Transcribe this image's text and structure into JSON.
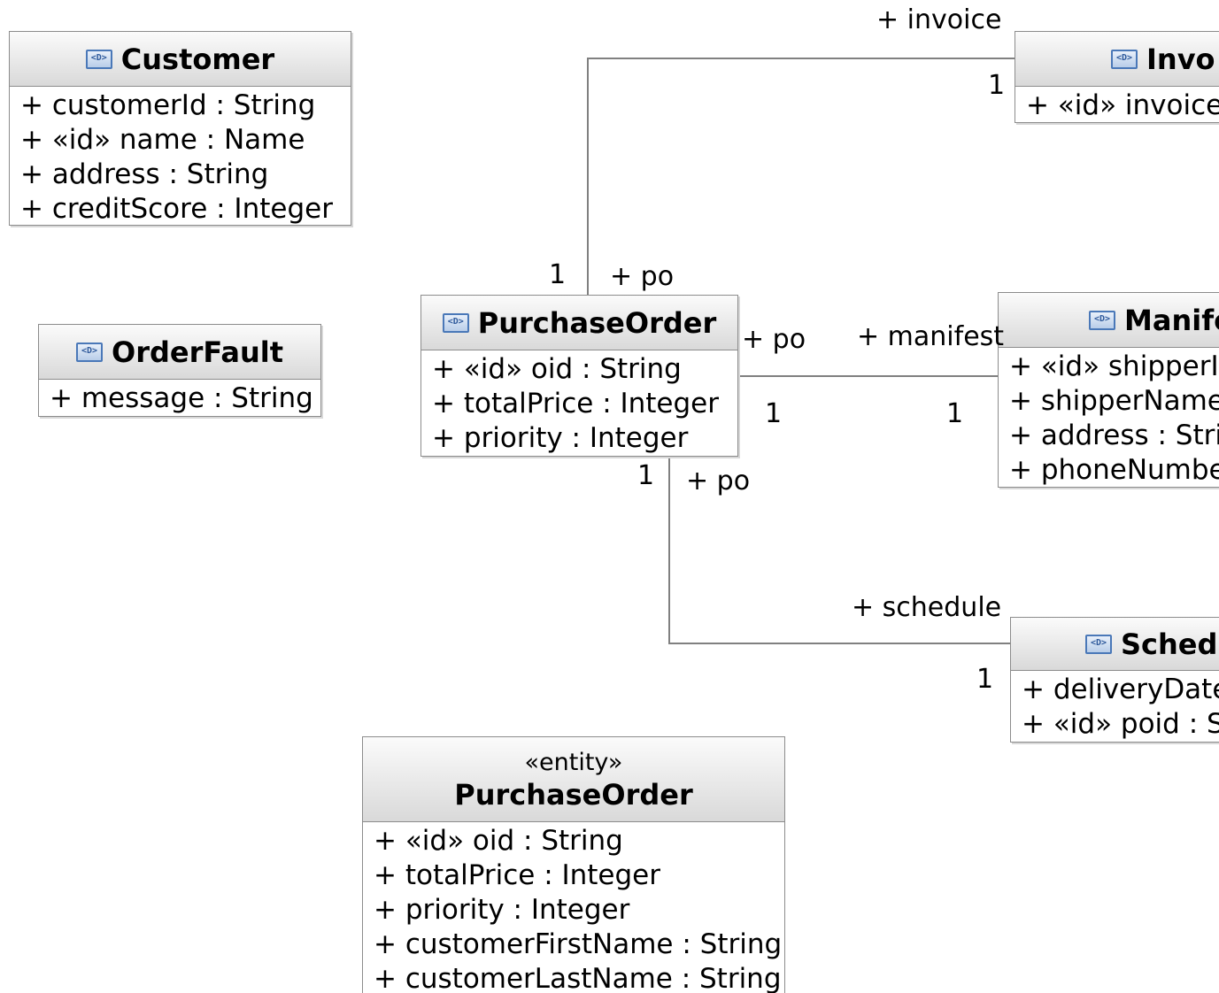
{
  "classes": {
    "customer": {
      "name": "Customer",
      "attributes": [
        "+ customerId : String",
        "+ «id» name : Name",
        "+ address : String",
        "+ creditScore : Integer"
      ]
    },
    "order_fault": {
      "name": "OrderFault",
      "attributes": [
        "+ message : String"
      ]
    },
    "purchase_order": {
      "name": "PurchaseOrder",
      "attributes": [
        "+ «id» oid : String",
        "+ totalPrice : Integer",
        "+ priority : Integer"
      ]
    },
    "invoice": {
      "name": "Invo",
      "attributes": [
        "+ «id» invoiceI"
      ]
    },
    "manifest": {
      "name": "Manife",
      "attributes": [
        "+ «id» shipperId",
        "+ shipperName",
        "+ address : Strin",
        "+ phoneNumbe"
      ]
    },
    "schedule": {
      "name": "Sched",
      "attributes": [
        "+ deliveryDate",
        "+ «id» poid : S"
      ]
    },
    "entity_purchase_order": {
      "stereotype": "«entity»",
      "name": "PurchaseOrder",
      "attributes": [
        "+ «id» oid : String",
        "+ totalPrice : Integer",
        "+ priority : Integer",
        "+ customerFirstName : String",
        "+ customerLastName : String"
      ]
    }
  },
  "associations": {
    "po_invoice": {
      "role_target": "+ invoice",
      "mult_target": "1",
      "role_source": "+ po",
      "mult_source": "1"
    },
    "po_manifest": {
      "role_source": "+ po",
      "mult_source": "1",
      "role_target": "+ manifest",
      "mult_target": "1"
    },
    "po_schedule": {
      "role_source": "+ po",
      "mult_source": "1",
      "role_target": "+ schedule",
      "mult_target": "1"
    }
  },
  "icons": {
    "datatype": "datatype-icon"
  },
  "colors": {
    "border": "#8c8c8c",
    "header_top": "#fbfbfb",
    "header_bottom": "#d9d9d9",
    "icon": "#4a78b8",
    "line": "#808080"
  }
}
